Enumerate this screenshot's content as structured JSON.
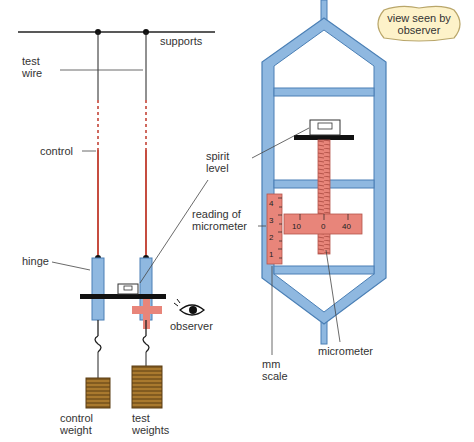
{
  "diagram": {
    "nodes": [
      {
        "text": [
          "view seen by observer"
        ]
      }
    ],
    "labels": [
      "supports",
      "test wire",
      "control",
      "spirit level",
      "hinge",
      "observer",
      "control weight",
      "test weights",
      "reading of micrometer",
      "micrometer",
      "mm scale",
      "4",
      "3",
      "2",
      "1",
      "10",
      "0",
      "40"
    ]
  }
}
